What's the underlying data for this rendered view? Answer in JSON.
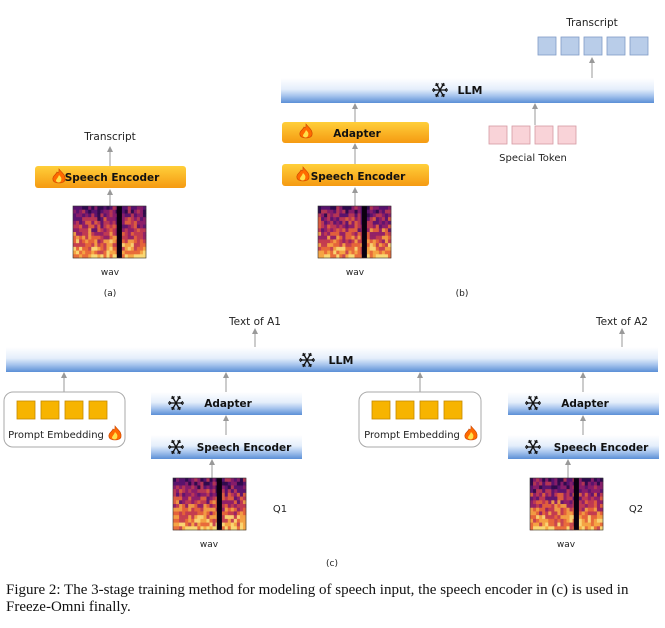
{
  "colors": {
    "orange_top": "#ffcf3a",
    "orange_bottom": "#f59a12",
    "blue_top": "#ffffff",
    "blue_bottom": "#5b8fd6",
    "token_blue": "#b9cde9",
    "token_pink": "#f9d3d8",
    "prompt_yellow": "#f7b400",
    "arrow": "#999999"
  },
  "icons": {
    "trainable": "fire-icon",
    "frozen": "snowflake-icon",
    "spectrogram": "spectrogram-image"
  },
  "panel_a": {
    "output_label": "Transcript",
    "encoder_label": "Speech Encoder",
    "input_label": "wav",
    "tag": "(a)"
  },
  "panel_b": {
    "output_label": "Transcript",
    "llm_label": "LLM",
    "adapter_label": "Adapter",
    "encoder_label": "Speech Encoder",
    "input_label": "wav",
    "special_token_label": "Special Token",
    "output_token_count": 5,
    "special_token_count": 4,
    "tag": "(b)"
  },
  "panel_c": {
    "llm_label": "LLM",
    "left": {
      "output_label": "Text of A1",
      "prompt_label": "Prompt Embedding",
      "adapter_label": "Adapter",
      "encoder_label": "Speech Encoder",
      "input_label": "wav",
      "question_label": "Q1"
    },
    "right": {
      "output_label": "Text of A2",
      "prompt_label": "Prompt Embedding",
      "adapter_label": "Adapter",
      "encoder_label": "Speech Encoder",
      "input_label": "wav",
      "question_label": "Q2"
    },
    "prompt_token_count": 4,
    "tag": "(c)"
  },
  "caption": "Figure 2: The 3-stage training method for modeling of speech input, the speech encoder in (c) is used in Freeze-Omni finally."
}
